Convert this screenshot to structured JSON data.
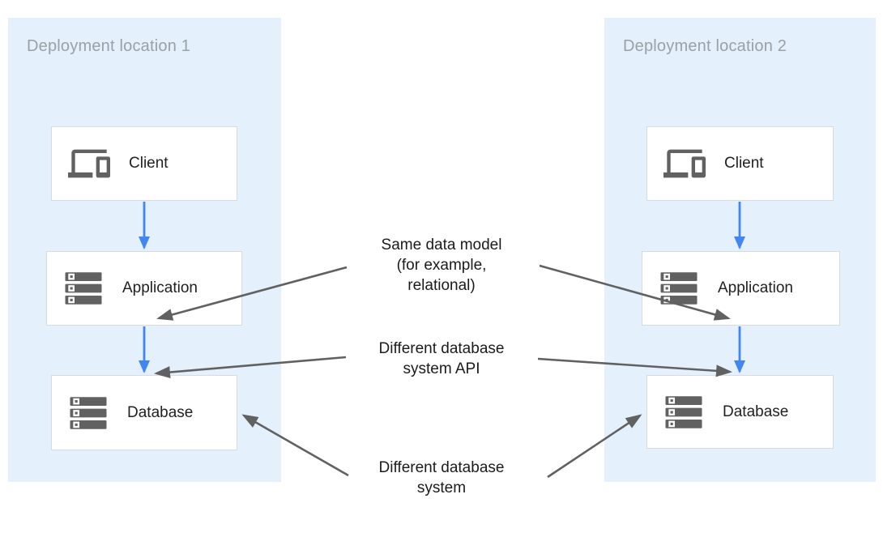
{
  "panels": [
    {
      "title": "Deployment location 1",
      "boxes": [
        {
          "label": "Client",
          "icon": "devices-icon"
        },
        {
          "label": "Application",
          "icon": "server-stack-icon"
        },
        {
          "label": "Database",
          "icon": "server-stack-icon"
        }
      ]
    },
    {
      "title": "Deployment location 2",
      "boxes": [
        {
          "label": "Client",
          "icon": "devices-icon"
        },
        {
          "label": "Application",
          "icon": "server-stack-icon"
        },
        {
          "label": "Database",
          "icon": "server-stack-icon"
        }
      ]
    }
  ],
  "annotations": [
    {
      "lines": [
        "Same data model",
        "(for example,",
        "relational)"
      ]
    },
    {
      "lines": [
        "Different database",
        "system API"
      ]
    },
    {
      "lines": [
        "Different database",
        "system"
      ]
    }
  ],
  "colors": {
    "panel_background": "#e4f0fb",
    "panel_title_gray": "#9aa0a6",
    "box_border_gray": "#d7dade",
    "box_text": "#212121",
    "icon_gray": "#616161",
    "flow_arrow_blue": "#4285f4",
    "annotation_arrow_gray": "#616161",
    "annotation_text": "#1b1b1b"
  }
}
